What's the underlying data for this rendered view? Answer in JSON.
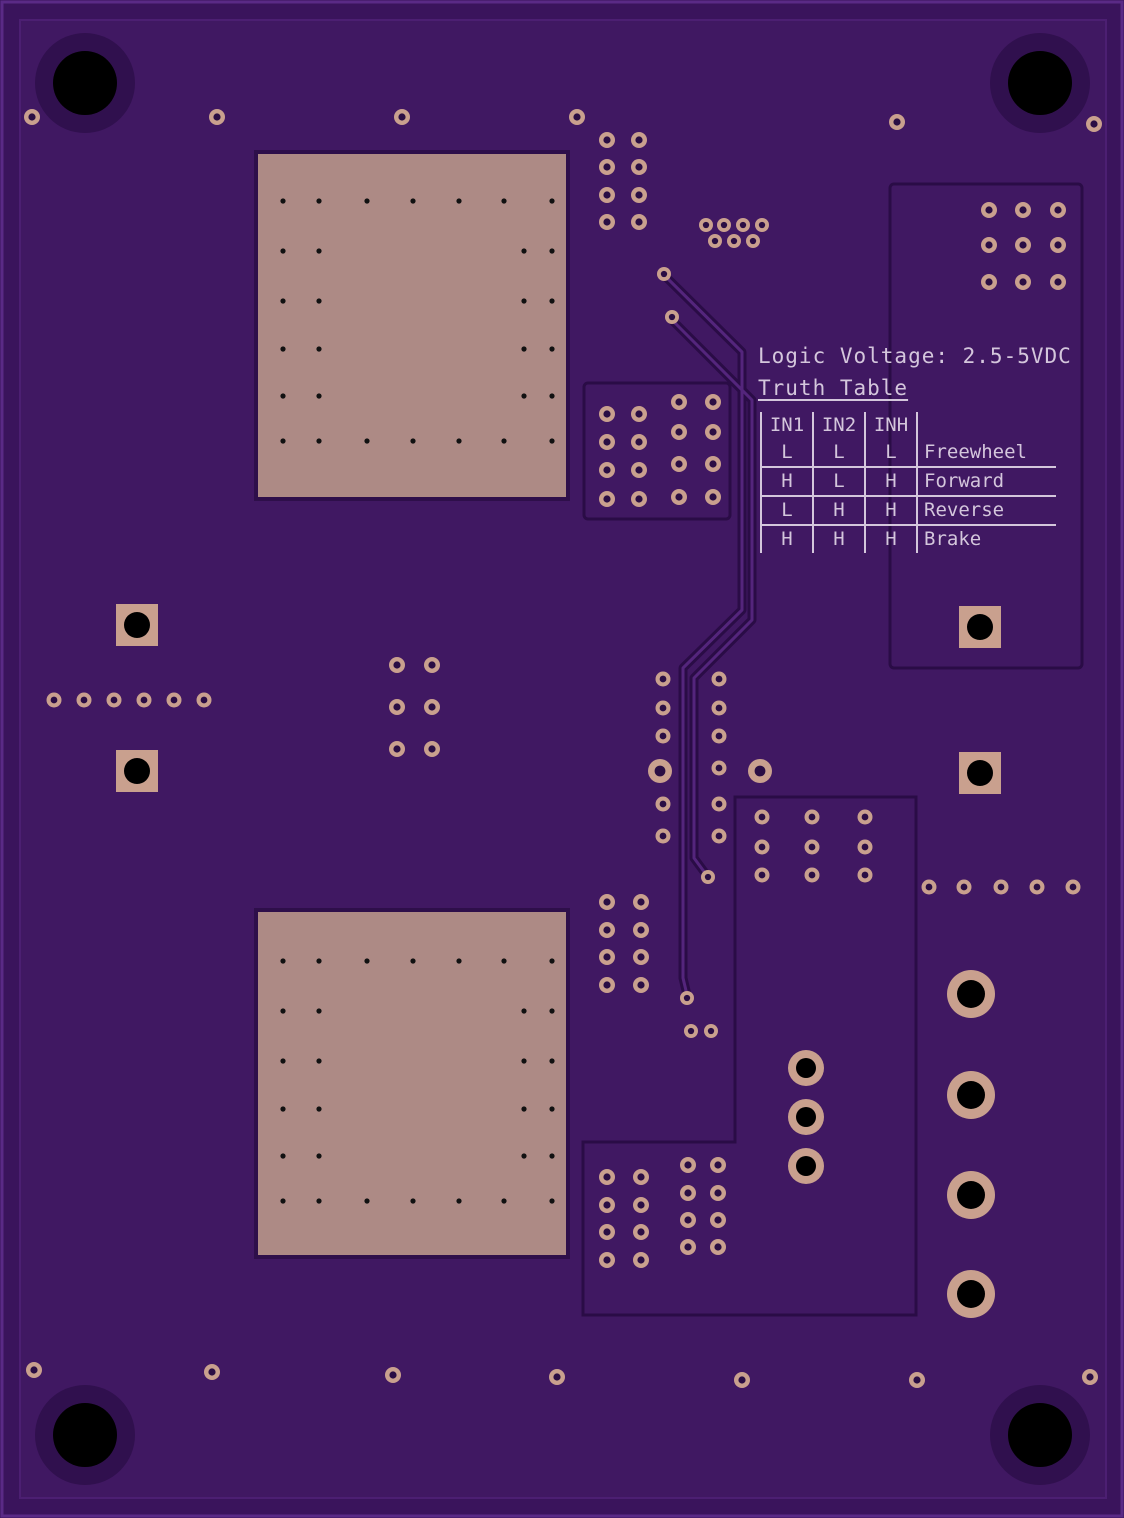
{
  "board": {
    "colors": {
      "board": "#3a145c",
      "edge": "#5a2a86",
      "copper_pour": "#401862",
      "pad": "#ad8a85",
      "pad_ring": "#c9a08e",
      "drill": "#000000",
      "silkscreen": "#d4c6dc"
    }
  },
  "silkscreen": {
    "logic_voltage": "Logic Voltage:  2.5-5VDC",
    "truth_table_title": "Truth Table",
    "truth_table": {
      "headers": [
        "IN1",
        "IN2",
        "INH",
        ""
      ],
      "rows": [
        [
          "L",
          "L",
          "L",
          "Freewheel"
        ],
        [
          "H",
          "L",
          "H",
          "Forward"
        ],
        [
          "L",
          "H",
          "H",
          "Reverse"
        ],
        [
          "H",
          "H",
          "H",
          "Brake"
        ]
      ]
    }
  }
}
